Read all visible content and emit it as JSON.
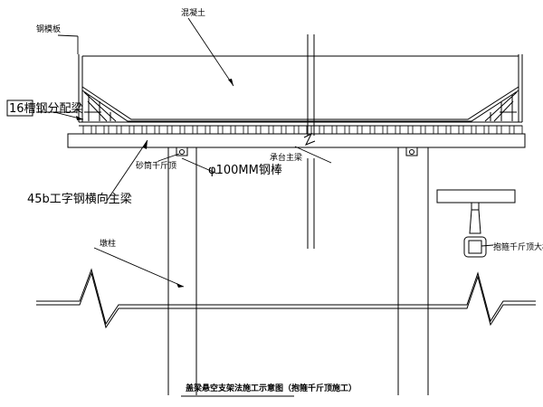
{
  "labels": {
    "steel_plate": "钢模板",
    "concrete": "混凝土",
    "i16_beam": "16槽钢分配梁",
    "i45b_beam": "45b工字钢横向主梁",
    "sand_jack": "砂筒千斤顶",
    "anchor_bolt": "φ100MM钢棒",
    "bent_cap": "承台主梁",
    "pier_column": "墩柱",
    "hoop_detail": "抱箍千斤顶大样图"
  },
  "caption": "盖梁悬空支架法施工示意图（抱箍千斤顶施工）",
  "colors": {
    "line": "#000000",
    "background": "#ffffff"
  }
}
